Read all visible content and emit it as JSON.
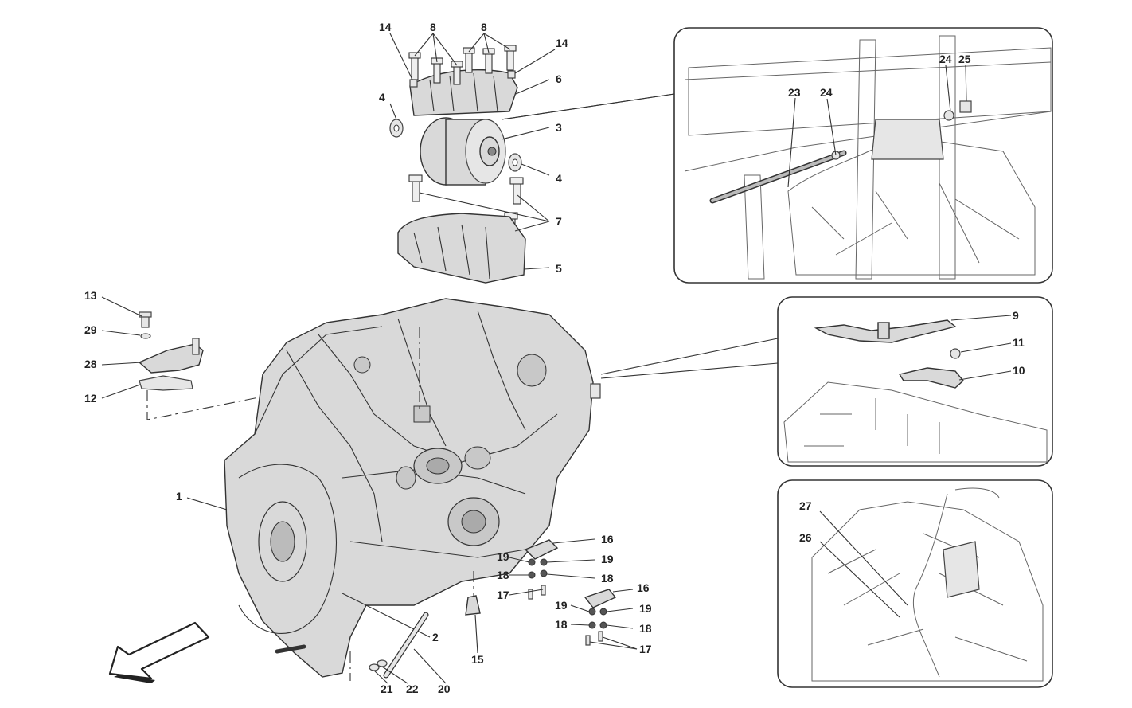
{
  "callouts": {
    "n1": "1",
    "n2": "2",
    "n3": "3",
    "n4a": "4",
    "n4b": "4",
    "n5": "5",
    "n6": "6",
    "n7": "7",
    "n8a": "8",
    "n8b": "8",
    "n9": "9",
    "n10": "10",
    "n11": "11",
    "n12": "12",
    "n13": "13",
    "n14a": "14",
    "n14b": "14",
    "n15": "15",
    "n16a": "16",
    "n16b": "16",
    "n17a": "17",
    "n17b": "17",
    "n18a": "18",
    "n18b": "18",
    "n18c": "18",
    "n18d": "18",
    "n19a": "19",
    "n19b": "19",
    "n19c": "19",
    "n19d": "19",
    "n20": "20",
    "n21": "21",
    "n22": "22",
    "n23": "23",
    "n24a": "24",
    "n24b": "24",
    "n25": "25",
    "n26": "26",
    "n27": "27",
    "n28": "28",
    "n29": "29"
  },
  "colors": {
    "part_fill": "#d9d9d9",
    "ink": "#333333",
    "background": "#ffffff"
  },
  "icons": {
    "direction_arrow": "front-direction-arrow-icon"
  }
}
